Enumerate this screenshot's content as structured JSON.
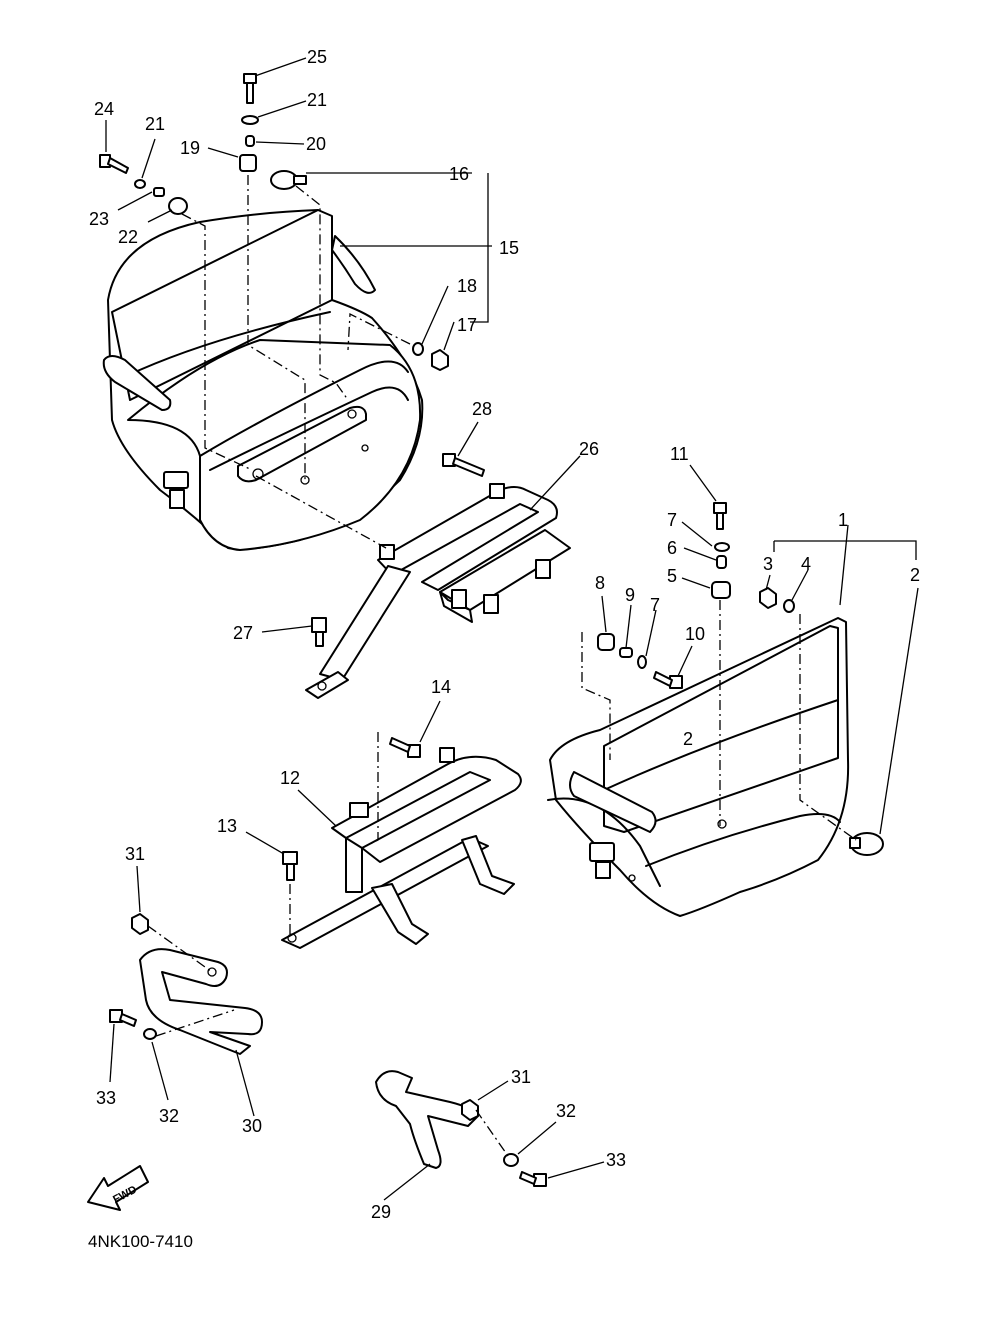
{
  "diagram": {
    "drawing_code": "4NK100-7410",
    "fwd_label": "FWD",
    "callouts": [
      {
        "id": "c25",
        "text": "25"
      },
      {
        "id": "c21a",
        "text": "21"
      },
      {
        "id": "c20",
        "text": "20"
      },
      {
        "id": "c19",
        "text": "19"
      },
      {
        "id": "c24",
        "text": "24"
      },
      {
        "id": "c21b",
        "text": "21"
      },
      {
        "id": "c23",
        "text": "23"
      },
      {
        "id": "c22",
        "text": "22"
      },
      {
        "id": "c16",
        "text": "16"
      },
      {
        "id": "c15",
        "text": "15"
      },
      {
        "id": "c18",
        "text": "18"
      },
      {
        "id": "c17",
        "text": "17"
      },
      {
        "id": "c28",
        "text": "28"
      },
      {
        "id": "c26",
        "text": "26"
      },
      {
        "id": "c27",
        "text": "27"
      },
      {
        "id": "c11",
        "text": "11"
      },
      {
        "id": "c7a",
        "text": "7"
      },
      {
        "id": "c6",
        "text": "6"
      },
      {
        "id": "c5",
        "text": "5"
      },
      {
        "id": "c1",
        "text": "1"
      },
      {
        "id": "c3",
        "text": "3"
      },
      {
        "id": "c4",
        "text": "4"
      },
      {
        "id": "c2a",
        "text": "2"
      },
      {
        "id": "c8",
        "text": "8"
      },
      {
        "id": "c9",
        "text": "9"
      },
      {
        "id": "c7b",
        "text": "7"
      },
      {
        "id": "c10",
        "text": "10"
      },
      {
        "id": "c2b",
        "text": "2"
      },
      {
        "id": "c14",
        "text": "14"
      },
      {
        "id": "c12",
        "text": "12"
      },
      {
        "id": "c13",
        "text": "13"
      },
      {
        "id": "c31a",
        "text": "31"
      },
      {
        "id": "c33a",
        "text": "33"
      },
      {
        "id": "c32a",
        "text": "32"
      },
      {
        "id": "c30",
        "text": "30"
      },
      {
        "id": "c31b",
        "text": "31"
      },
      {
        "id": "c32b",
        "text": "32"
      },
      {
        "id": "c33b",
        "text": "33"
      },
      {
        "id": "c29",
        "text": "29"
      }
    ]
  }
}
